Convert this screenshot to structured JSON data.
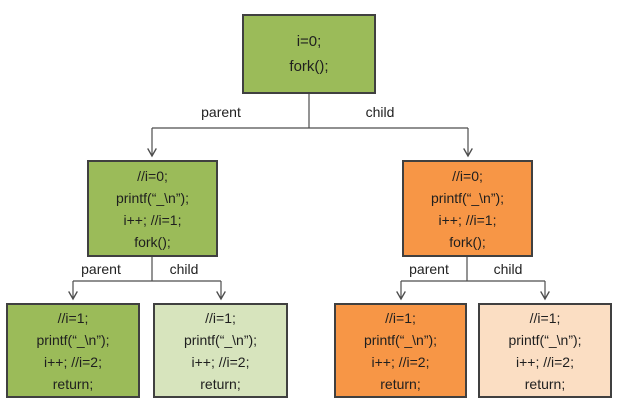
{
  "colors": {
    "green": "#9bbb59",
    "light_green": "#d7e4bd",
    "orange": "#f79646",
    "light_orange": "#fbdec3",
    "border": "#404040",
    "connector": "#4d4d4d",
    "text": "#1f1f1f",
    "background": "#ffffff"
  },
  "nodes": {
    "root": {
      "lines": [
        "i=0;",
        "fork();"
      ]
    },
    "l2_parent": {
      "lines": [
        "//i=0;",
        "printf(“_\\n”);",
        "i++; //i=1;",
        "fork();"
      ]
    },
    "l2_child": {
      "lines": [
        "//i=0;",
        "printf(“_\\n”);",
        "i++; //i=1;",
        "fork();"
      ]
    },
    "l3_parent_parent": {
      "lines": [
        "//i=1;",
        "printf(“_\\n”);",
        "i++; //i=2;",
        "return;"
      ]
    },
    "l3_parent_child": {
      "lines": [
        "//i=1;",
        "printf(“_\\n”);",
        "i++; //i=2;",
        "return;"
      ]
    },
    "l3_child_parent": {
      "lines": [
        "//i=1;",
        "printf(“_\\n”);",
        "i++; //i=2;",
        "return;"
      ]
    },
    "l3_child_child": {
      "lines": [
        "//i=1;",
        "printf(“_\\n”);",
        "i++; //i=2;",
        "return;"
      ]
    }
  },
  "edge_labels": {
    "root_parent": "parent",
    "root_child": "child",
    "l2_left_parent": "parent",
    "l2_left_child": "child",
    "l2_right_parent": "parent",
    "l2_right_child": "child"
  }
}
